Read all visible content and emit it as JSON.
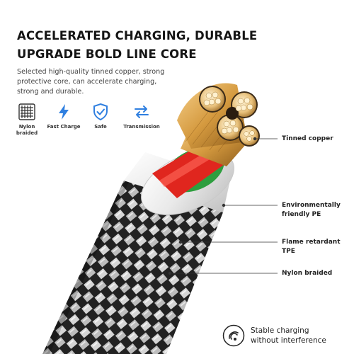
{
  "headline": {
    "line1": "ACCELERATED CHARGING, DURABLE",
    "line2": "UPGRADE BOLD LINE CORE"
  },
  "description": "Selected high-quality tinned copper, strong protective core, can accelerate charging, strong and durable.",
  "features": [
    {
      "icon": "nylon-braid-icon",
      "label": "Nylon braided"
    },
    {
      "icon": "lightning-icon",
      "label": "Fast Charge"
    },
    {
      "icon": "shield-check-icon",
      "label": "Safe"
    },
    {
      "icon": "transfer-arrows-icon",
      "label": "Transmission"
    }
  ],
  "callouts": [
    {
      "line1": "Tinned copper",
      "line2": ""
    },
    {
      "line1": "Environmentally",
      "line2": "friendly PE"
    },
    {
      "line1": "Flame retardant TPE",
      "line2": ""
    },
    {
      "line1": "Nylon braided",
      "line2": ""
    }
  ],
  "footer": {
    "line1": "Stable charging",
    "line2": "without interference"
  },
  "colors": {
    "accent_blue": "#2f7fe0",
    "copper": "#d9a24a",
    "wire_red": "#e0261e",
    "braid_dark": "#2a2a2a",
    "braid_light": "#d8d8d8"
  }
}
